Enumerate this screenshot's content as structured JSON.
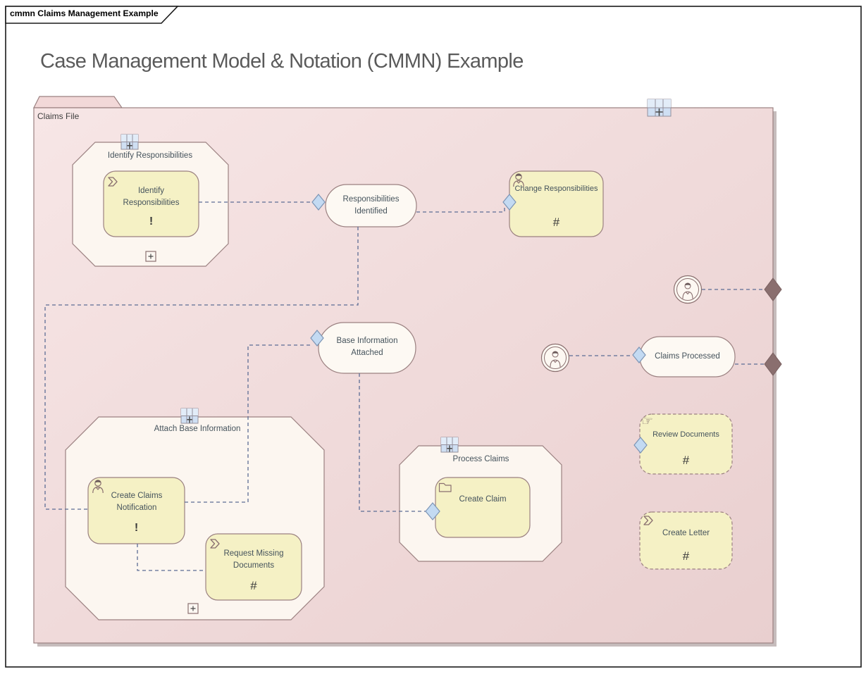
{
  "frame": {
    "tab_label": "cmmn Claims Management Example"
  },
  "title": "Case Management Model & Notation (CMMN) Example",
  "case_file": {
    "label": "Claims File",
    "planning_table_icon": "planning-table-icon"
  },
  "stages": {
    "identify": {
      "label": "Identify Responsibilities",
      "planning_table_icon": "planning-table-icon",
      "expand_icon": "expand-plus-icon"
    },
    "attach": {
      "label": "Attach Base Information",
      "planning_table_icon": "planning-table-icon",
      "expand_icon": "expand-plus-icon"
    },
    "process": {
      "label": "Process Claims",
      "planning_table_icon": "planning-table-icon"
    }
  },
  "tasks": {
    "identify_responsibilities": {
      "label": "Identify Responsibilities",
      "marker": "!",
      "icon": "process-task-icon"
    },
    "change_responsibilities": {
      "label": "Change Responsibilities",
      "marker": "#",
      "icon": "human-task-icon"
    },
    "create_claims_notification": {
      "label": "Create Claims Notification",
      "marker": "!",
      "icon": "human-task-icon"
    },
    "request_missing_documents": {
      "label": "Request Missing Documents",
      "marker": "#",
      "icon": "process-task-icon"
    },
    "create_claim": {
      "label": "Create Claim",
      "icon": "case-task-icon"
    },
    "review_documents": {
      "label": "Review Documents",
      "marker": "#",
      "icon": "manual-task-icon",
      "discretionary": true
    },
    "create_letter": {
      "label": "Create Letter",
      "marker": "#",
      "icon": "process-task-icon",
      "discretionary": true
    }
  },
  "milestones": {
    "responsibilities_identified": {
      "label": "Responsibilities Identified"
    },
    "base_information_attached": {
      "label": "Base Information Attached"
    },
    "claims_processed": {
      "label": "Claims Processed"
    }
  },
  "icons": {
    "manual_task_glyph": "☞"
  },
  "colors": {
    "case_fill_light": "#f6e4e4",
    "case_fill_dark": "#ebd1d1",
    "case_tab_fill": "#f2d8d8",
    "stage_fill": "#fcf6f0",
    "task_fill": "#f5f1c5",
    "milestone_fill": "#fdf9f3",
    "border": "#9b8181",
    "connector": "#5d6d95",
    "entry_sentry_fill": "#c3daf2",
    "entry_sentry_border": "#7d95b5",
    "exit_sentry_fill": "#8a6f6f",
    "title_color": "#5a5a5a"
  }
}
